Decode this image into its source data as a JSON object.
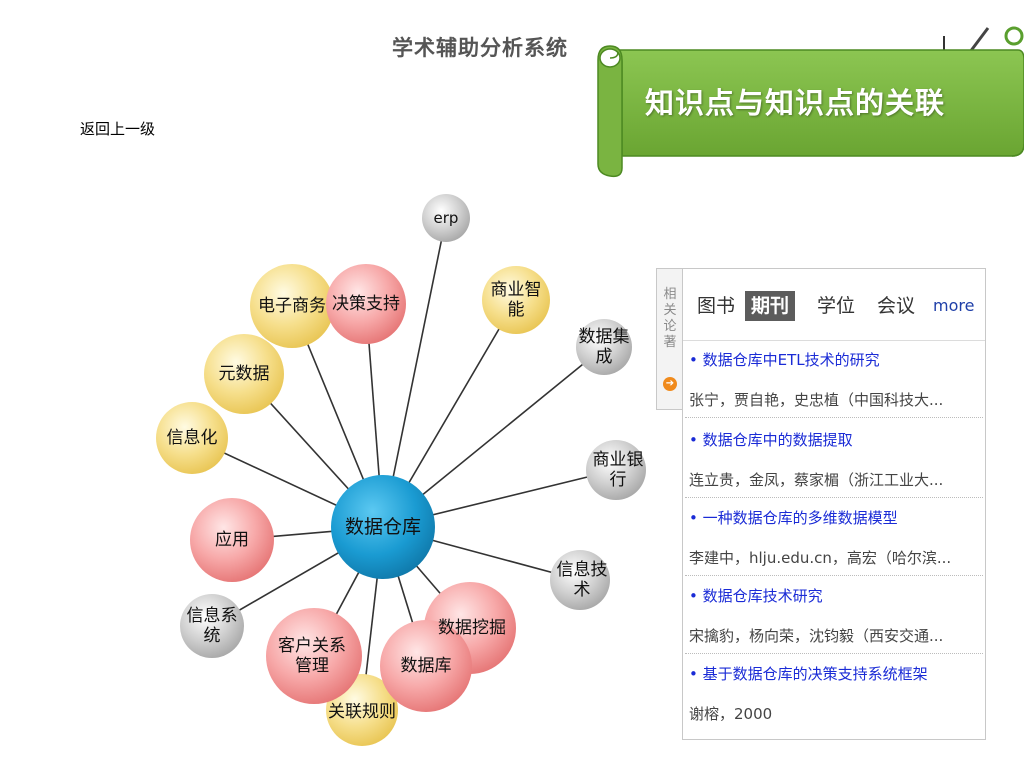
{
  "header": {
    "app_title": "学术辅助分析系统",
    "back_link": "返回上一级"
  },
  "banner": {
    "text": "知识点与知识点的关联",
    "color": "#7ab441"
  },
  "graph": {
    "center": {
      "label": "数据仓库",
      "color": "#1a9bd2"
    },
    "colors": {
      "red": "#f08a8a",
      "yellow": "#f2d468",
      "gray": "#b8b8b8"
    },
    "nodes": [
      {
        "id": "erp",
        "label": "erp",
        "tone": "gray"
      },
      {
        "id": "bi",
        "label": "商业智\n能",
        "tone": "yellow"
      },
      {
        "id": "di",
        "label": "数据集\n成",
        "tone": "gray"
      },
      {
        "id": "cb",
        "label": "商业银\n行",
        "tone": "gray"
      },
      {
        "id": "it",
        "label": "信息技\n术",
        "tone": "gray"
      },
      {
        "id": "dm",
        "label": "数据挖掘",
        "tone": "red"
      },
      {
        "id": "db",
        "label": "数据库",
        "tone": "red"
      },
      {
        "id": "ar",
        "label": "关联规则",
        "tone": "yellow"
      },
      {
        "id": "crm",
        "label": "客户关系\n管理",
        "tone": "red"
      },
      {
        "id": "is",
        "label": "信息系\n统",
        "tone": "gray"
      },
      {
        "id": "app",
        "label": "应用",
        "tone": "red"
      },
      {
        "id": "inf",
        "label": "信息化",
        "tone": "yellow"
      },
      {
        "id": "md",
        "label": "元数据",
        "tone": "yellow"
      },
      {
        "id": "ec",
        "label": "电子商务",
        "tone": "yellow"
      },
      {
        "id": "dss",
        "label": "决策支持",
        "tone": "red"
      }
    ]
  },
  "papers_panel": {
    "side_tab": "相关论著",
    "tabs": [
      {
        "label": "图书",
        "active": false
      },
      {
        "label": "期刊",
        "active": true
      },
      {
        "label": "学位",
        "active": false
      },
      {
        "label": "会议",
        "active": false
      }
    ],
    "more": "more",
    "items": [
      {
        "title": "数据仓库中ETL技术的研究",
        "authors": "张宁，贾自艳，史忠植（中国科技大..."
      },
      {
        "title": "数据仓库中的数据提取",
        "authors": "连立贵，金凤，蔡家楣（浙江工业大..."
      },
      {
        "title": "一种数据仓库的多维数据模型",
        "authors": "李建中，hlju.edu.cn，高宏（哈尔滨..."
      },
      {
        "title": "数据仓库技术研究",
        "authors": "宋擒豹，杨向荣，沈钧毅（西安交通..."
      },
      {
        "title": "基于数据仓库的决策支持系统框架",
        "authors": "谢榕，2000"
      }
    ]
  }
}
